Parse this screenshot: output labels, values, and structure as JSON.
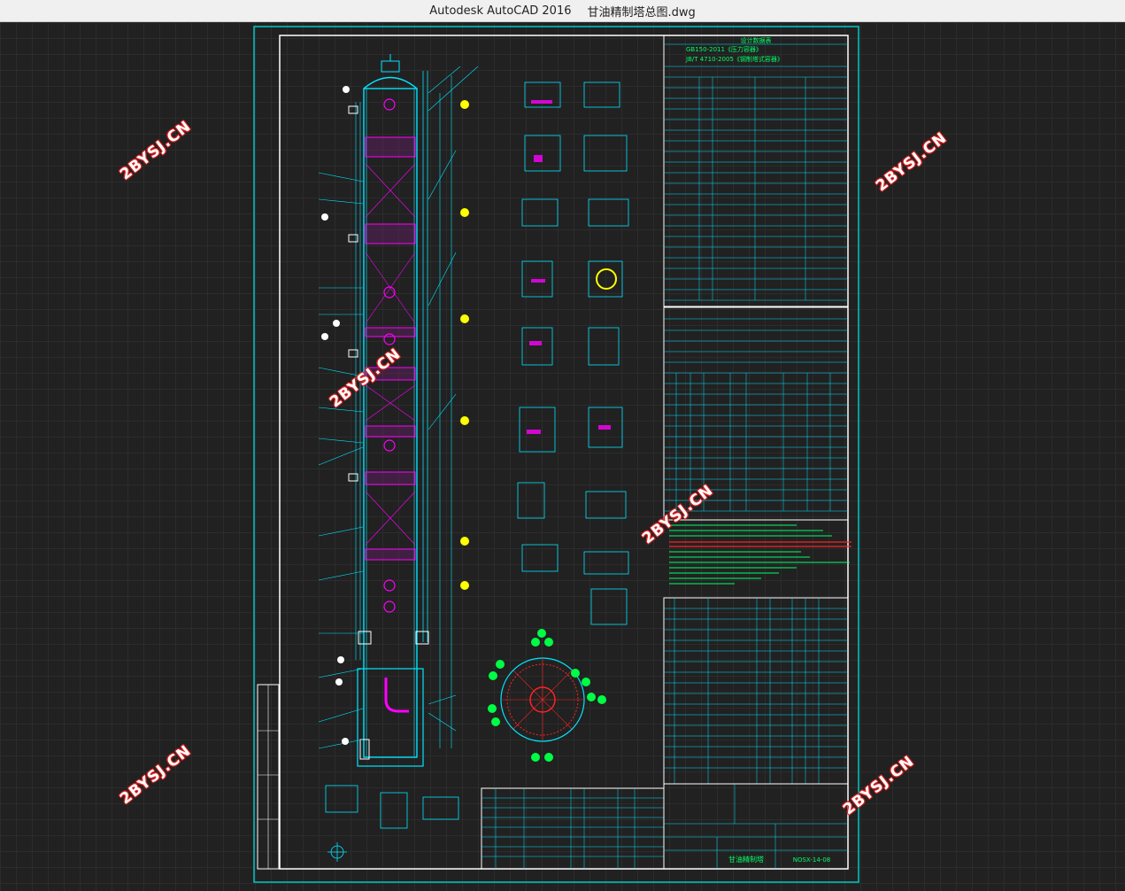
{
  "window": {
    "app_name": "Autodesk AutoCAD 2016",
    "file_name": "甘油精制塔总图.dwg"
  },
  "watermark": {
    "text": "2BYSJ.CN",
    "color": "#ff2a2a"
  },
  "drawing": {
    "colors": {
      "border": "#00c8c8",
      "frame": "#ffffff",
      "lines": "#00e5ff",
      "tables": "#00e5ff",
      "text": "#00ff66",
      "highlight": "#ff00ff",
      "notes_red": "#ff2222",
      "markers": "#ffff00",
      "balloons": "#00ff44"
    },
    "standards": {
      "line1": "GB150-2011《压力容器》",
      "line2": "JB/T 4710-2005《钢制塔式容器》"
    },
    "title_block": {
      "project": "甘油精制塔",
      "drawing_no": "NOSX-14-08"
    }
  }
}
